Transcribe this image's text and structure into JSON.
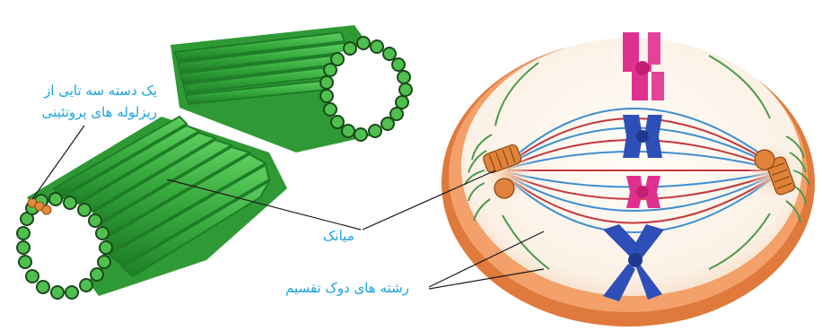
{
  "labels": {
    "triplet_line1": "یک دسته سه تایی از",
    "triplet_line2": "ریزلوله های پروتئینی",
    "centriole": "میانک",
    "spindle_fibers": "رشته های دوک تقسیم"
  },
  "colors": {
    "label_text": "#1aa3e0",
    "microtubule": "#36a83c",
    "cell_rim": "#e88b4b",
    "spindle_red": "#c4373c",
    "spindle_blue": "#3e8fd0",
    "chromosome_pink": "#e0308f",
    "chromosome_blue": "#2f4fb8"
  }
}
